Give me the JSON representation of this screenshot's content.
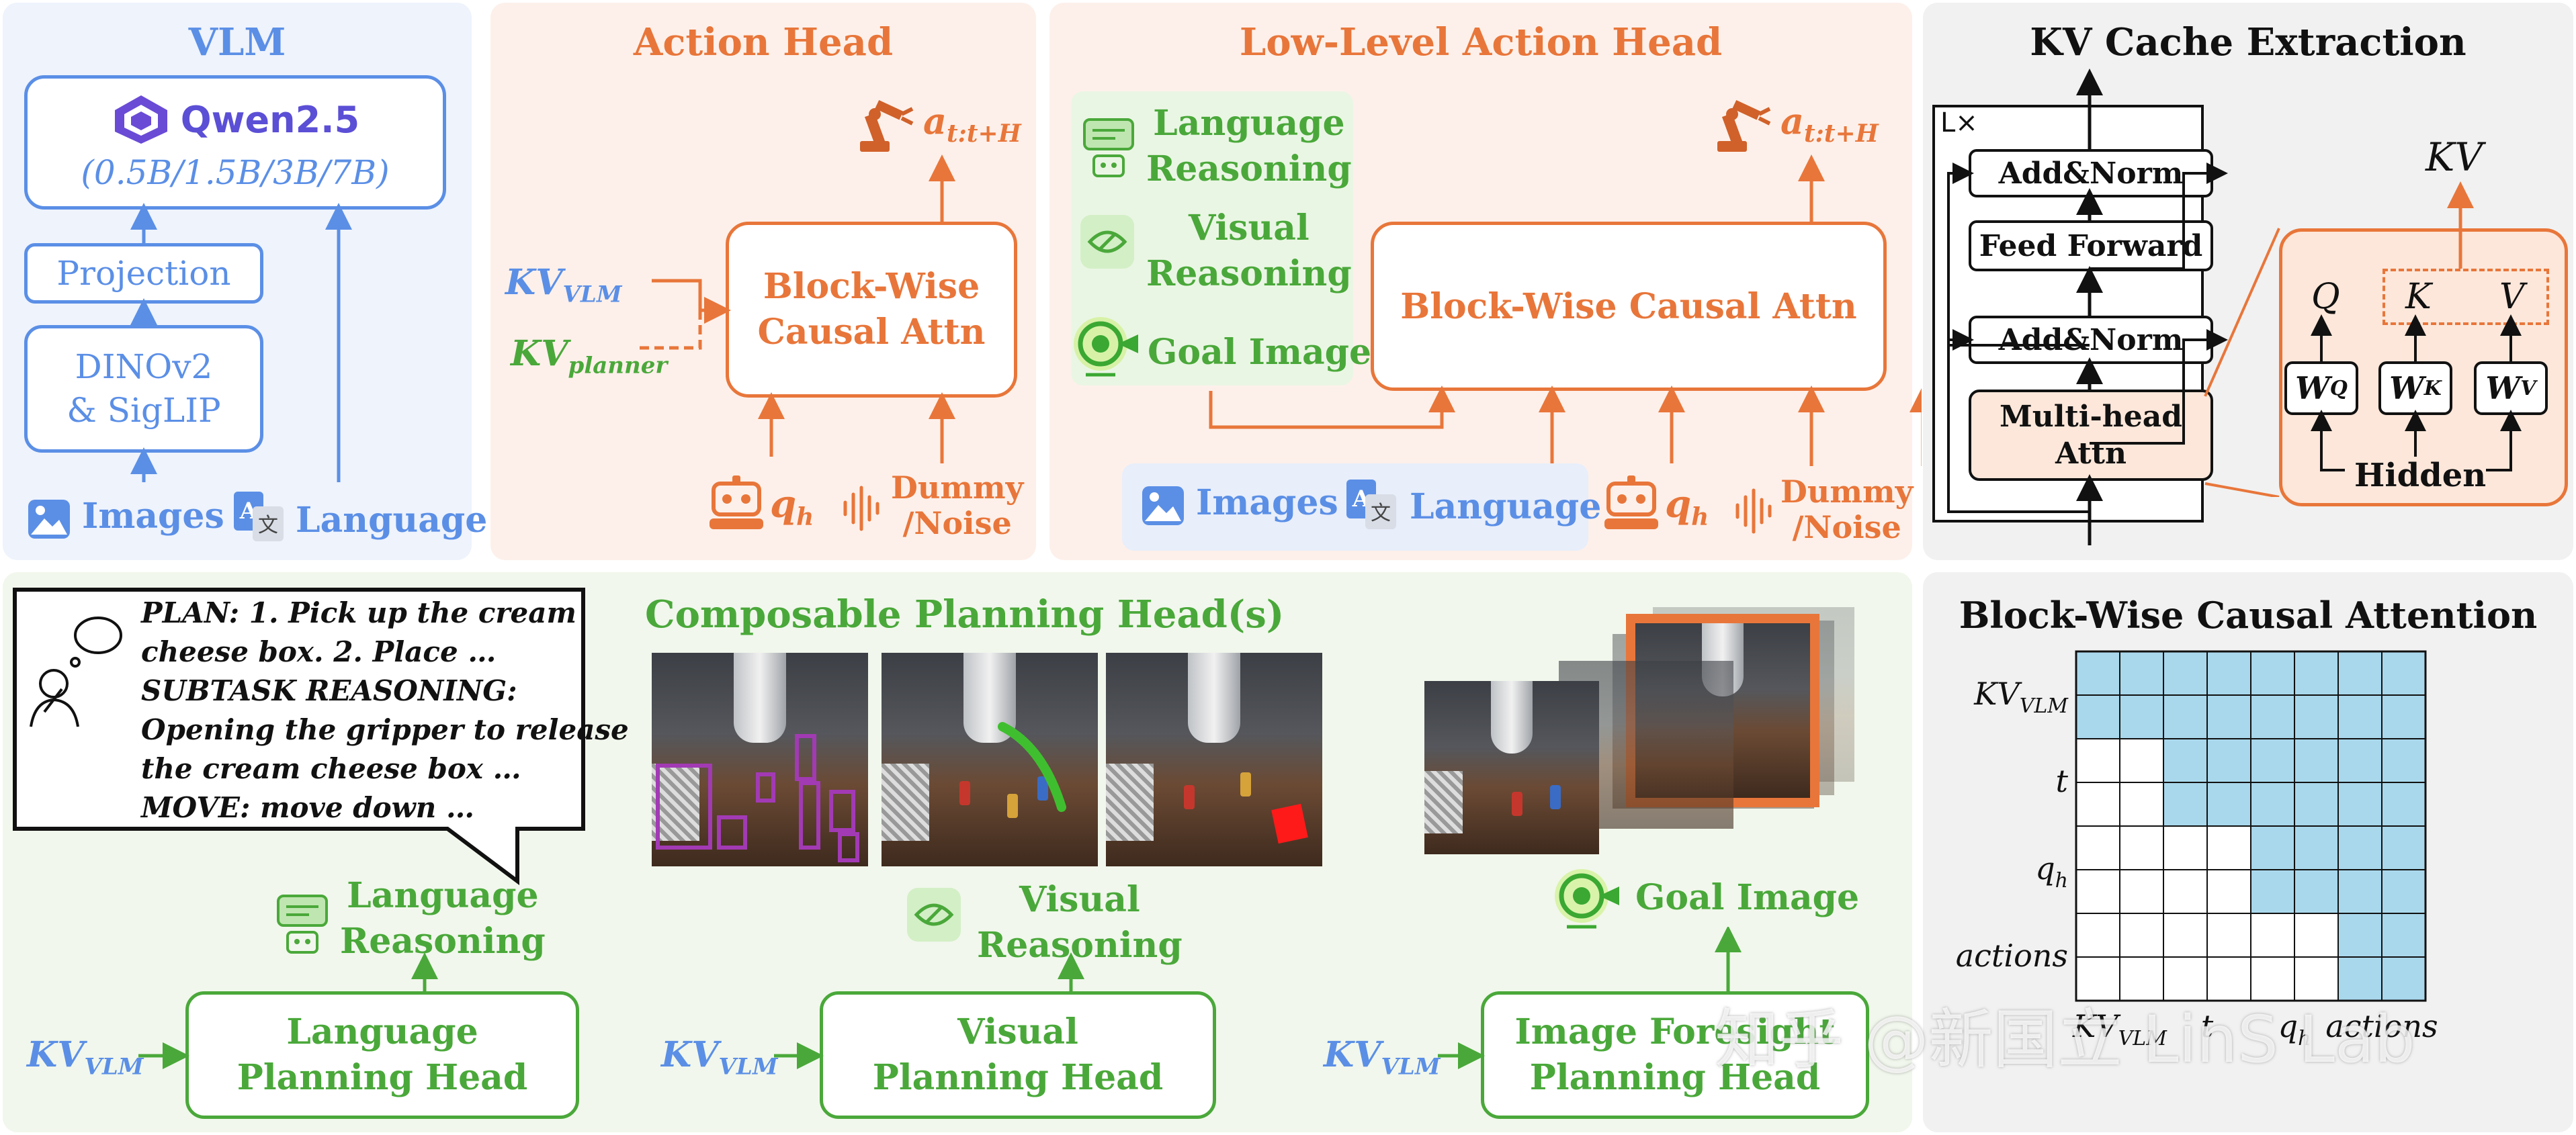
{
  "colors": {
    "blue": "#5b8fe6",
    "orange": "#e8763a",
    "green": "#4aa83a",
    "black": "#111111",
    "light_blue": "#a9d8ec"
  },
  "vlm": {
    "title": "VLM",
    "qwen_name": "Qwen2.5",
    "qwen_sizes": "(0.5B/1.5B/3B/7B)",
    "projection": "Projection",
    "encoder_line1": "DINOv2",
    "encoder_line2": "& SigLIP",
    "images_label": "Images",
    "language_label": "Language"
  },
  "action_head": {
    "title": "Action Head",
    "kv_vlm": "KV",
    "kv_vlm_sub": "VLM",
    "kv_planner": "KV",
    "kv_planner_sub": "planner",
    "block_line1": "Block-Wise",
    "block_line2": "Causal Attn",
    "output": "a",
    "output_sub": "t:t+H",
    "q_label": "q",
    "q_sub": "h",
    "dummy_line1": "Dummy",
    "dummy_line2": "/Noise"
  },
  "low_level": {
    "title": "Low-Level Action Head",
    "lang_reason_line1": "Language",
    "lang_reason_line2": "Reasoning",
    "vis_reason_line1": "Visual",
    "vis_reason_line2": "Reasoning",
    "goal_image": "Goal Image",
    "block": "Block-Wise Causal Attn",
    "output": "a",
    "output_sub": "t:t+H",
    "images_label": "Images",
    "language_label": "Language",
    "q_label": "q",
    "q_sub": "h",
    "dummy_line1": "Dummy",
    "dummy_line2": "/Noise"
  },
  "kv_cache": {
    "title": "KV Cache Extraction",
    "repeat": "L×",
    "add_norm_top": "Add&Norm",
    "feed_forward": "Feed Forward",
    "add_norm_bottom": "Add&Norm",
    "mha_line1": "Multi-head",
    "mha_line2": "Attn",
    "kv_output": "KV",
    "q": "Q",
    "k": "K",
    "v": "V",
    "wq": "W",
    "wq_sub": "Q",
    "wk": "W",
    "wk_sub": "K",
    "wv": "W",
    "wv_sub": "V",
    "hidden": "Hidden"
  },
  "planning": {
    "title": "Composable Planning Head(s)",
    "speech_lines": [
      "PLAN: 1. Pick up the cream",
      "cheese box. 2. Place  …",
      "SUBTASK REASONING:",
      "Opening the gripper to release",
      "the cream cheese box …",
      "MOVE: move down …"
    ],
    "lang_reason_line1": "Language",
    "lang_reason_line2": "Reasoning",
    "vis_reason_line1": "Visual",
    "vis_reason_line2": "Reasoning",
    "goal_image": "Goal Image",
    "heads": [
      {
        "kv": "KV",
        "kv_sub": "VLM",
        "line1": "Language",
        "line2": "Planning Head"
      },
      {
        "kv": "KV",
        "kv_sub": "VLM",
        "line1": "Visual",
        "line2": "Planning Head"
      },
      {
        "kv": "KV",
        "kv_sub": "VLM",
        "line1": "Image Foresight",
        "line2": "Planning Head"
      }
    ]
  },
  "bwca": {
    "title": "Block-Wise Causal Attention",
    "row_labels": [
      {
        "main": "KV",
        "sub": "VLM"
      },
      {
        "main": "t",
        "sub": ""
      },
      {
        "main": "q",
        "sub": "h"
      },
      {
        "main": "actions",
        "sub": ""
      }
    ],
    "col_labels": [
      {
        "main": "KV",
        "sub": "VLM"
      },
      {
        "main": "t",
        "sub": ""
      },
      {
        "main": "q",
        "sub": "h"
      },
      {
        "main": "actions",
        "sub": ""
      }
    ]
  },
  "watermark": "知乎 @新国立 LinS Lab"
}
